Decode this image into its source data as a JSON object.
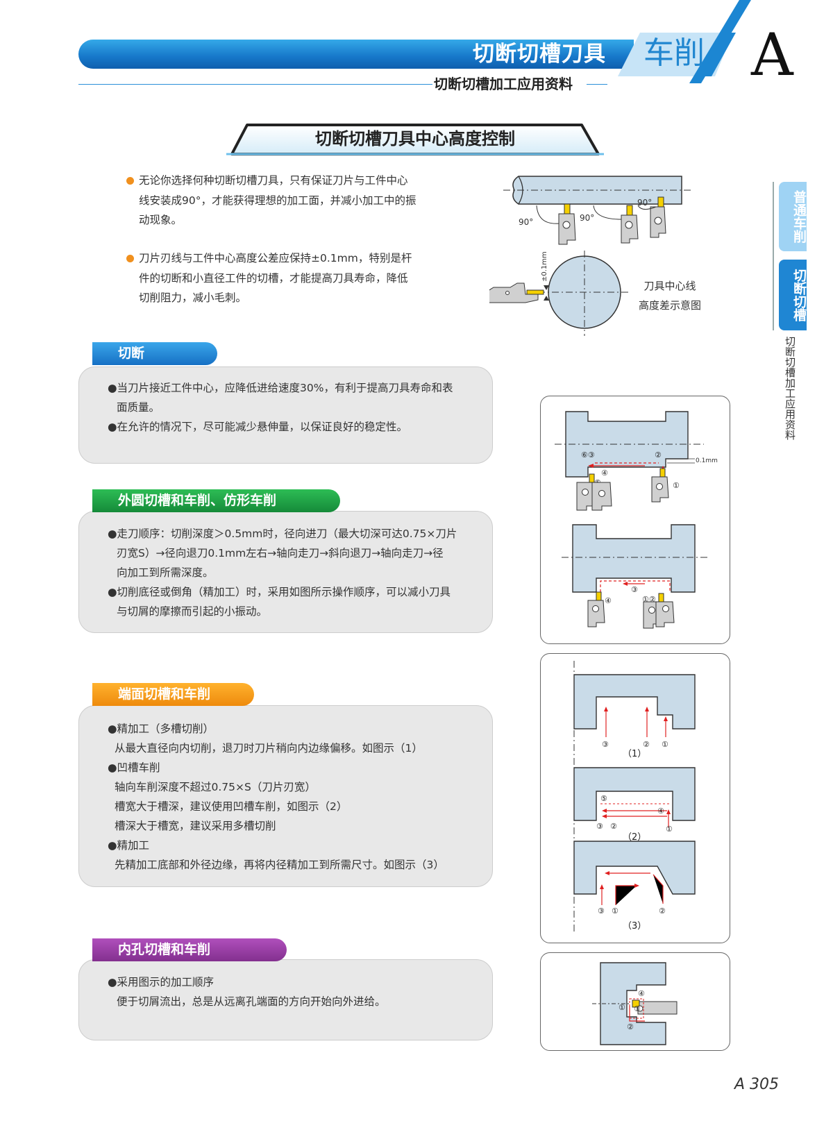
{
  "header": {
    "title": "切断切槽刀具",
    "category": "车削",
    "letter": "A",
    "subtitle": "切断切槽加工应用资料"
  },
  "section": {
    "title": "切断切槽刀具中心高度控制"
  },
  "intro": {
    "bullet1": [
      "无论你选择何种切断切槽刀具，只有保证刀片与工件中心",
      "线安装成90°，才能获得理想的加工面，并减小加工中的振",
      "动现象。"
    ],
    "bullet2": [
      "刀片刃线与工件中心高度公差应保持±0.1mm，特别是杆",
      "件的切断和小直径工件的切槽，才能提高刀具寿命，降低",
      "切削阻力，减小毛刺。"
    ],
    "fig_angle1": "90°",
    "fig_angle2": "90°",
    "fig_angle3": "90°",
    "fig_tol": "±0.1mm",
    "fig_caption": [
      "刀具中心线",
      "高度差示意图"
    ]
  },
  "side_tabs": {
    "tab1": "普通车削",
    "tab2": "切断切槽",
    "note": "切断切槽加工应用资料"
  },
  "blocks": [
    {
      "pill": "切断",
      "lines": [
        "●当刀片接近工件中心，应降低进给速度30%，有利于提高刀具寿命和表",
        "面质量。",
        "●在允许的情况下，尽可能减少悬伸量，以保证良好的稳定性。"
      ]
    },
    {
      "pill": "外圆切槽和车削、仿形车削",
      "lines": [
        "●走刀顺序：切削深度＞0.5mm时，径向进刀（最大切深可达0.75×刀片",
        "刃宽S）→径向退刀0.1mm左右→轴向走刀→斜向退刀→轴向走刀→径",
        "向加工到所需深度。",
        "●切削底径或倒角（精加工）时，采用如图所示操作顺序，可以减小刀具",
        "与切屑的摩擦而引起的小振动。"
      ]
    },
    {
      "pill": "端面切槽和车削",
      "lines": [
        "●精加工（多槽切削）",
        "从最大直径向内切削，退刀时刀片稍向内边缘偏移。如图示（1）",
        "●凹槽车削",
        "轴向车削深度不超过0.75×S（刀片刃宽）",
        "槽宽大于槽深，建议使用凹槽车削，如图示（2）",
        "槽深大于槽宽，建议采用多槽切削",
        "●精加工",
        "先精加工底部和外径边缘，再将内径精加工到所需尺寸。如图示（3）"
      ]
    },
    {
      "pill": "内孔切槽和车削",
      "lines": [
        "●采用图示的加工顺序",
        "便于切屑流出，总是从远离孔端面的方向开始向外进给。"
      ]
    }
  ],
  "figures": {
    "fig1_0_1": "0.1mm",
    "fig3_label1": "（1）",
    "fig3_label2": "（2）",
    "fig3_label3": "（3）"
  },
  "page_number": "A 305",
  "colors": {
    "brand_blue": "#1a7fd0",
    "orange_bullet": "#f0901e",
    "pill_blue": "#1f86d3",
    "pill_green": "#1fa84a",
    "pill_orange": "#f39a1b",
    "pill_purple": "#9a3fa6",
    "panel_gray": "#e8e8e8",
    "part_fill": "#c9dbe8"
  }
}
